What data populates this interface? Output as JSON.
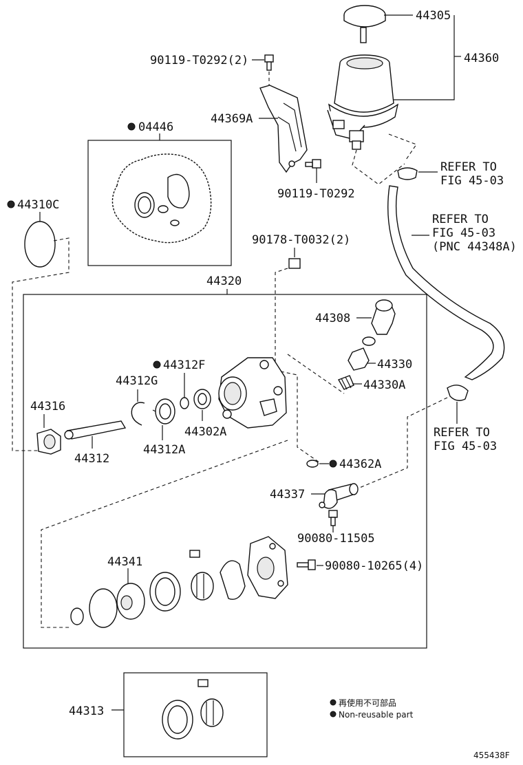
{
  "labels": {
    "p44305": "44305",
    "p44360": "44360",
    "b90119_2": "90119-T0292(2)",
    "p44369A": "44369A",
    "b90119": "90119-T0292",
    "p04446": "04446",
    "p44310C": "44310C",
    "refer1_a": "REFER TO",
    "refer1_b": "FIG 45-03",
    "refer2_a": "REFER TO",
    "refer2_b": "FIG 45-03",
    "refer2_c": "(PNC 44348A)",
    "n90178": "90178-T0032(2)",
    "p44320": "44320",
    "p44308": "44308",
    "p44330": "44330",
    "p44330A": "44330A",
    "p44312F": "44312F",
    "p44312G": "44312G",
    "p44316": "44316",
    "p44302A": "44302A",
    "p44312A": "44312A",
    "p44312": "44312",
    "refer3_a": "REFER TO",
    "refer3_b": "FIG 45-03",
    "p44362A": "44362A",
    "p44337": "44337",
    "b90080_11505": "90080-11505",
    "p44341": "44341",
    "b90080_10265": "90080-10265(4)",
    "p44313": "44313"
  },
  "legend": {
    "jp": "再使用不可部品",
    "en": "Non-reusable part"
  },
  "figure_code": "455438F"
}
